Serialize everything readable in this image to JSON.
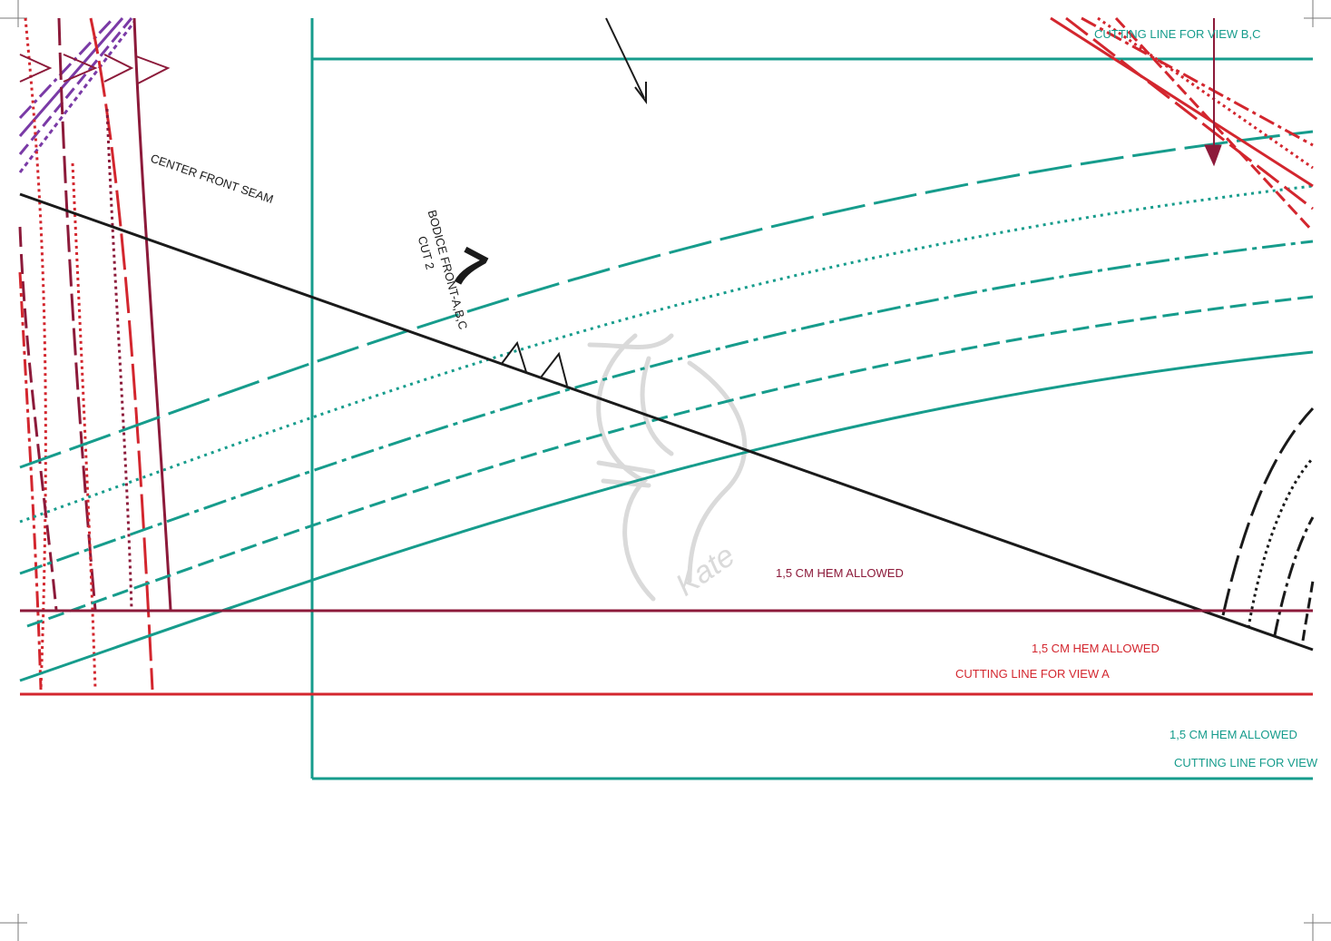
{
  "pattern": {
    "piece_title": "BODICE FRONT-A,B,C",
    "piece_cut": "CUT 2",
    "piece_number": "7",
    "watermark": "Kate"
  },
  "labels": {
    "center_front_seam": "CENTER FRONT SEAM",
    "cutting_line_bc": "CUTTING LINE FOR VIEW B,C",
    "hem_allowed_maroon": "1,5 CM HEM ALLOWED",
    "hem_allowed_red": "1,5 CM HEM ALLOWED",
    "cutting_line_a": "CUTTING LINE FOR VIEW A",
    "hem_allowed_teal": "1,5 CM HEM ALLOWED",
    "cutting_line_teal": "CUTTING LINE FOR VIEW"
  },
  "colors": {
    "teal": "#169c8c",
    "red": "#d3262e",
    "maroon": "#8c1a3a",
    "purple": "#7a3aa6",
    "black": "#1a1a1a",
    "watermark": "#d9d9d9"
  }
}
